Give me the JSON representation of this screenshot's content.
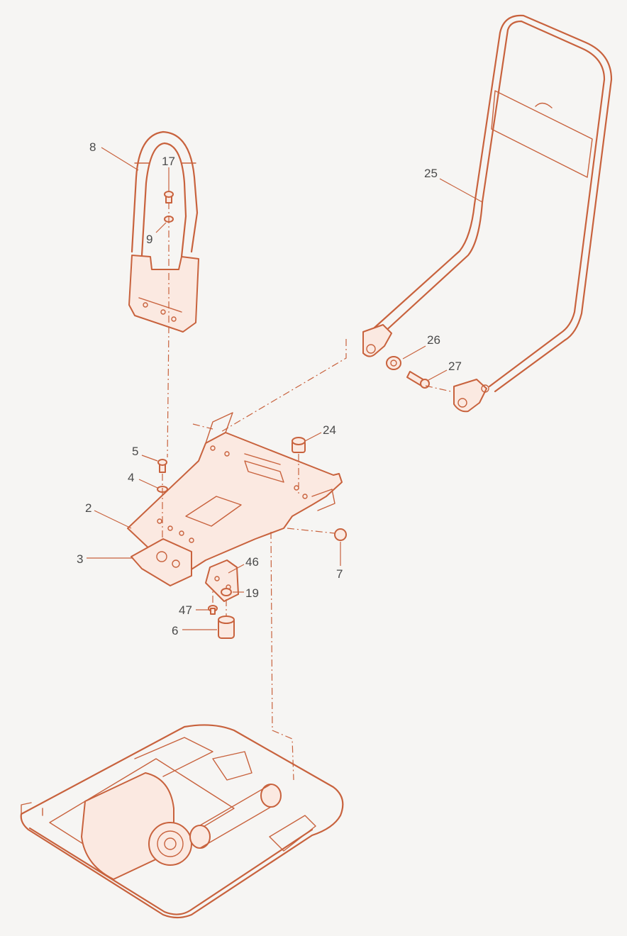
{
  "callouts": {
    "c8": "8",
    "c17": "17",
    "c9": "9",
    "c25": "25",
    "c26": "26",
    "c27": "27",
    "c24": "24",
    "c5": "5",
    "c4": "4",
    "c2": "2",
    "c3": "3",
    "c46": "46",
    "c19": "19",
    "c47": "47",
    "c6": "6",
    "c7": "7"
  },
  "colors": {
    "line": "#c8623d",
    "text": "#4a4a4a",
    "background": "#f6f5f3"
  }
}
